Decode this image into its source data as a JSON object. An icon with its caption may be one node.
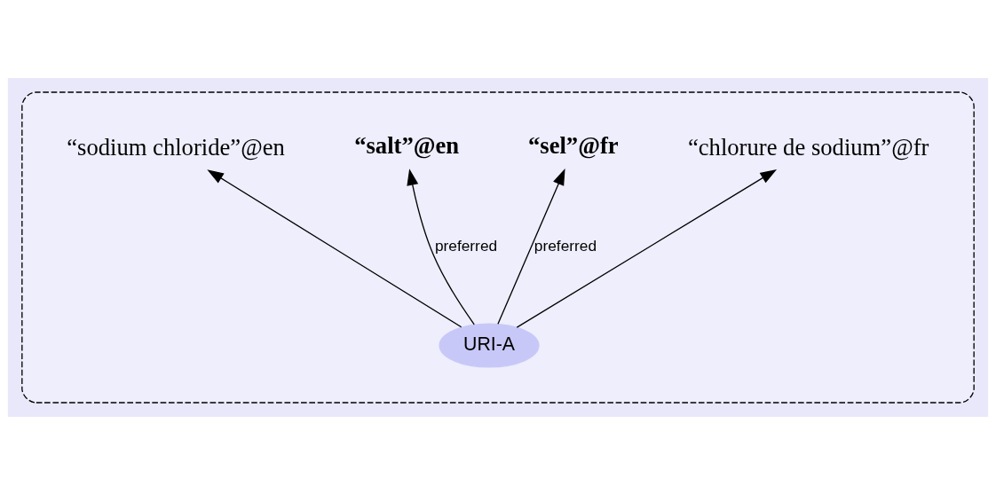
{
  "diagram": {
    "nodes": [
      {
        "text": [],
        "shape": "box"
      },
      {
        "text": [
          "URI-A"
        ],
        "in": 0
      },
      {
        "text": [
          "“sodium chloride”@en"
        ],
        "in": 0
      },
      {
        "text": [
          "“salt”@en"
        ],
        "in": 0
      },
      {
        "text": [
          "“sel”@fr"
        ],
        "in": 0
      },
      {
        "text": [
          "“chlorure de sodium”@fr"
        ],
        "in": 0
      }
    ],
    "edges": [
      {
        "from": 1,
        "to": 2,
        "arrow": "to"
      },
      {
        "from": 1,
        "to": 3,
        "arrow": "to",
        "label": "preferred"
      },
      {
        "from": 1,
        "to": 4,
        "arrow": "to",
        "label": "preferred"
      },
      {
        "from": 1,
        "to": 5,
        "arrow": "to"
      }
    ]
  }
}
